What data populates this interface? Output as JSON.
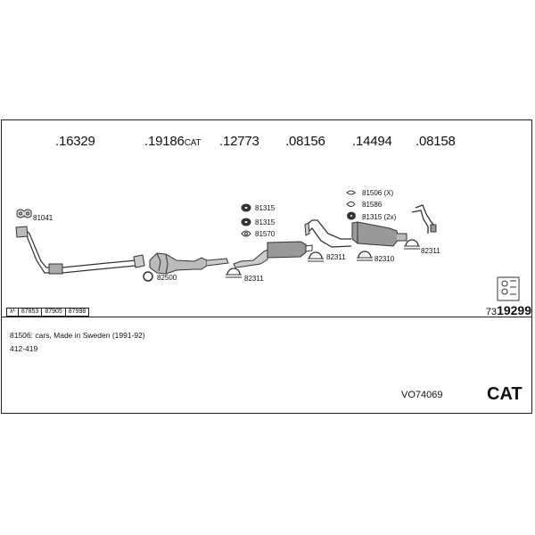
{
  "header": {
    "part_numbers": [
      ".16329",
      ".19186",
      ".12773",
      ".08156",
      ".14494",
      ".08158"
    ],
    "part_suffix": "CAT"
  },
  "labels": {
    "l81041": "81041",
    "l82500": "82500",
    "l81315a": "81315",
    "l81315b": "81315",
    "l81570": "81570",
    "l82311a": "82311",
    "l82311b": "82311",
    "l81506": "81506 (X)",
    "l81586": "81586",
    "l81315c": "81315 (2x)",
    "l82310": "82310",
    "l82311c": "82311"
  },
  "table": {
    "cells": [
      "87853",
      "87905",
      "87998"
    ]
  },
  "reference": {
    "prefix": "73",
    "number": "19299"
  },
  "notes": [
    "81506: cars, Made in Sweden (1991-92)",
    "412-419"
  ],
  "footer": {
    "code": "VO74069",
    "badge": "CAT"
  }
}
